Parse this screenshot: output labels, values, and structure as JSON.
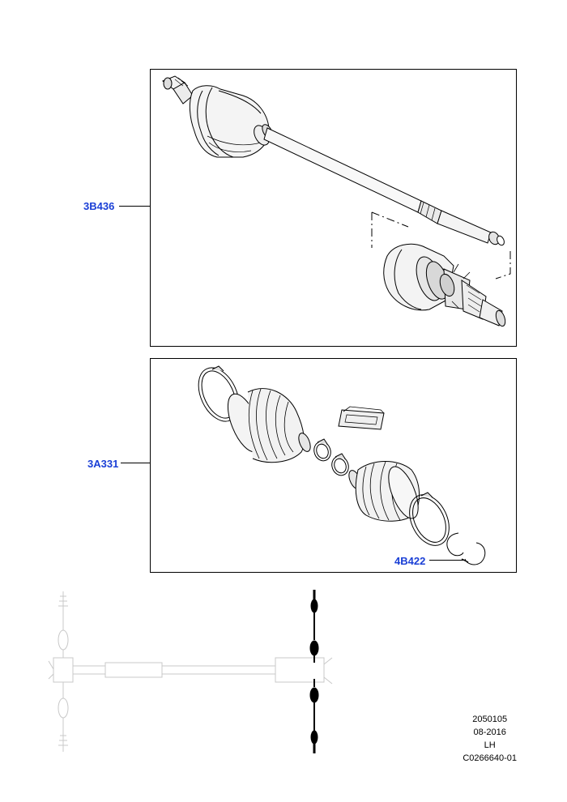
{
  "callouts": {
    "halfshaft": "3B436",
    "boot_kit": "3A331",
    "circlip": "4B422"
  },
  "footer": {
    "line1": "2050105",
    "line2": "08-2016",
    "line3": "LH",
    "line4": "C0266640-01"
  },
  "colors": {
    "callout": "#1a3fd6",
    "line": "#000000",
    "locator_faded": "#c8c8c8",
    "locator_highlight": "#000000"
  }
}
